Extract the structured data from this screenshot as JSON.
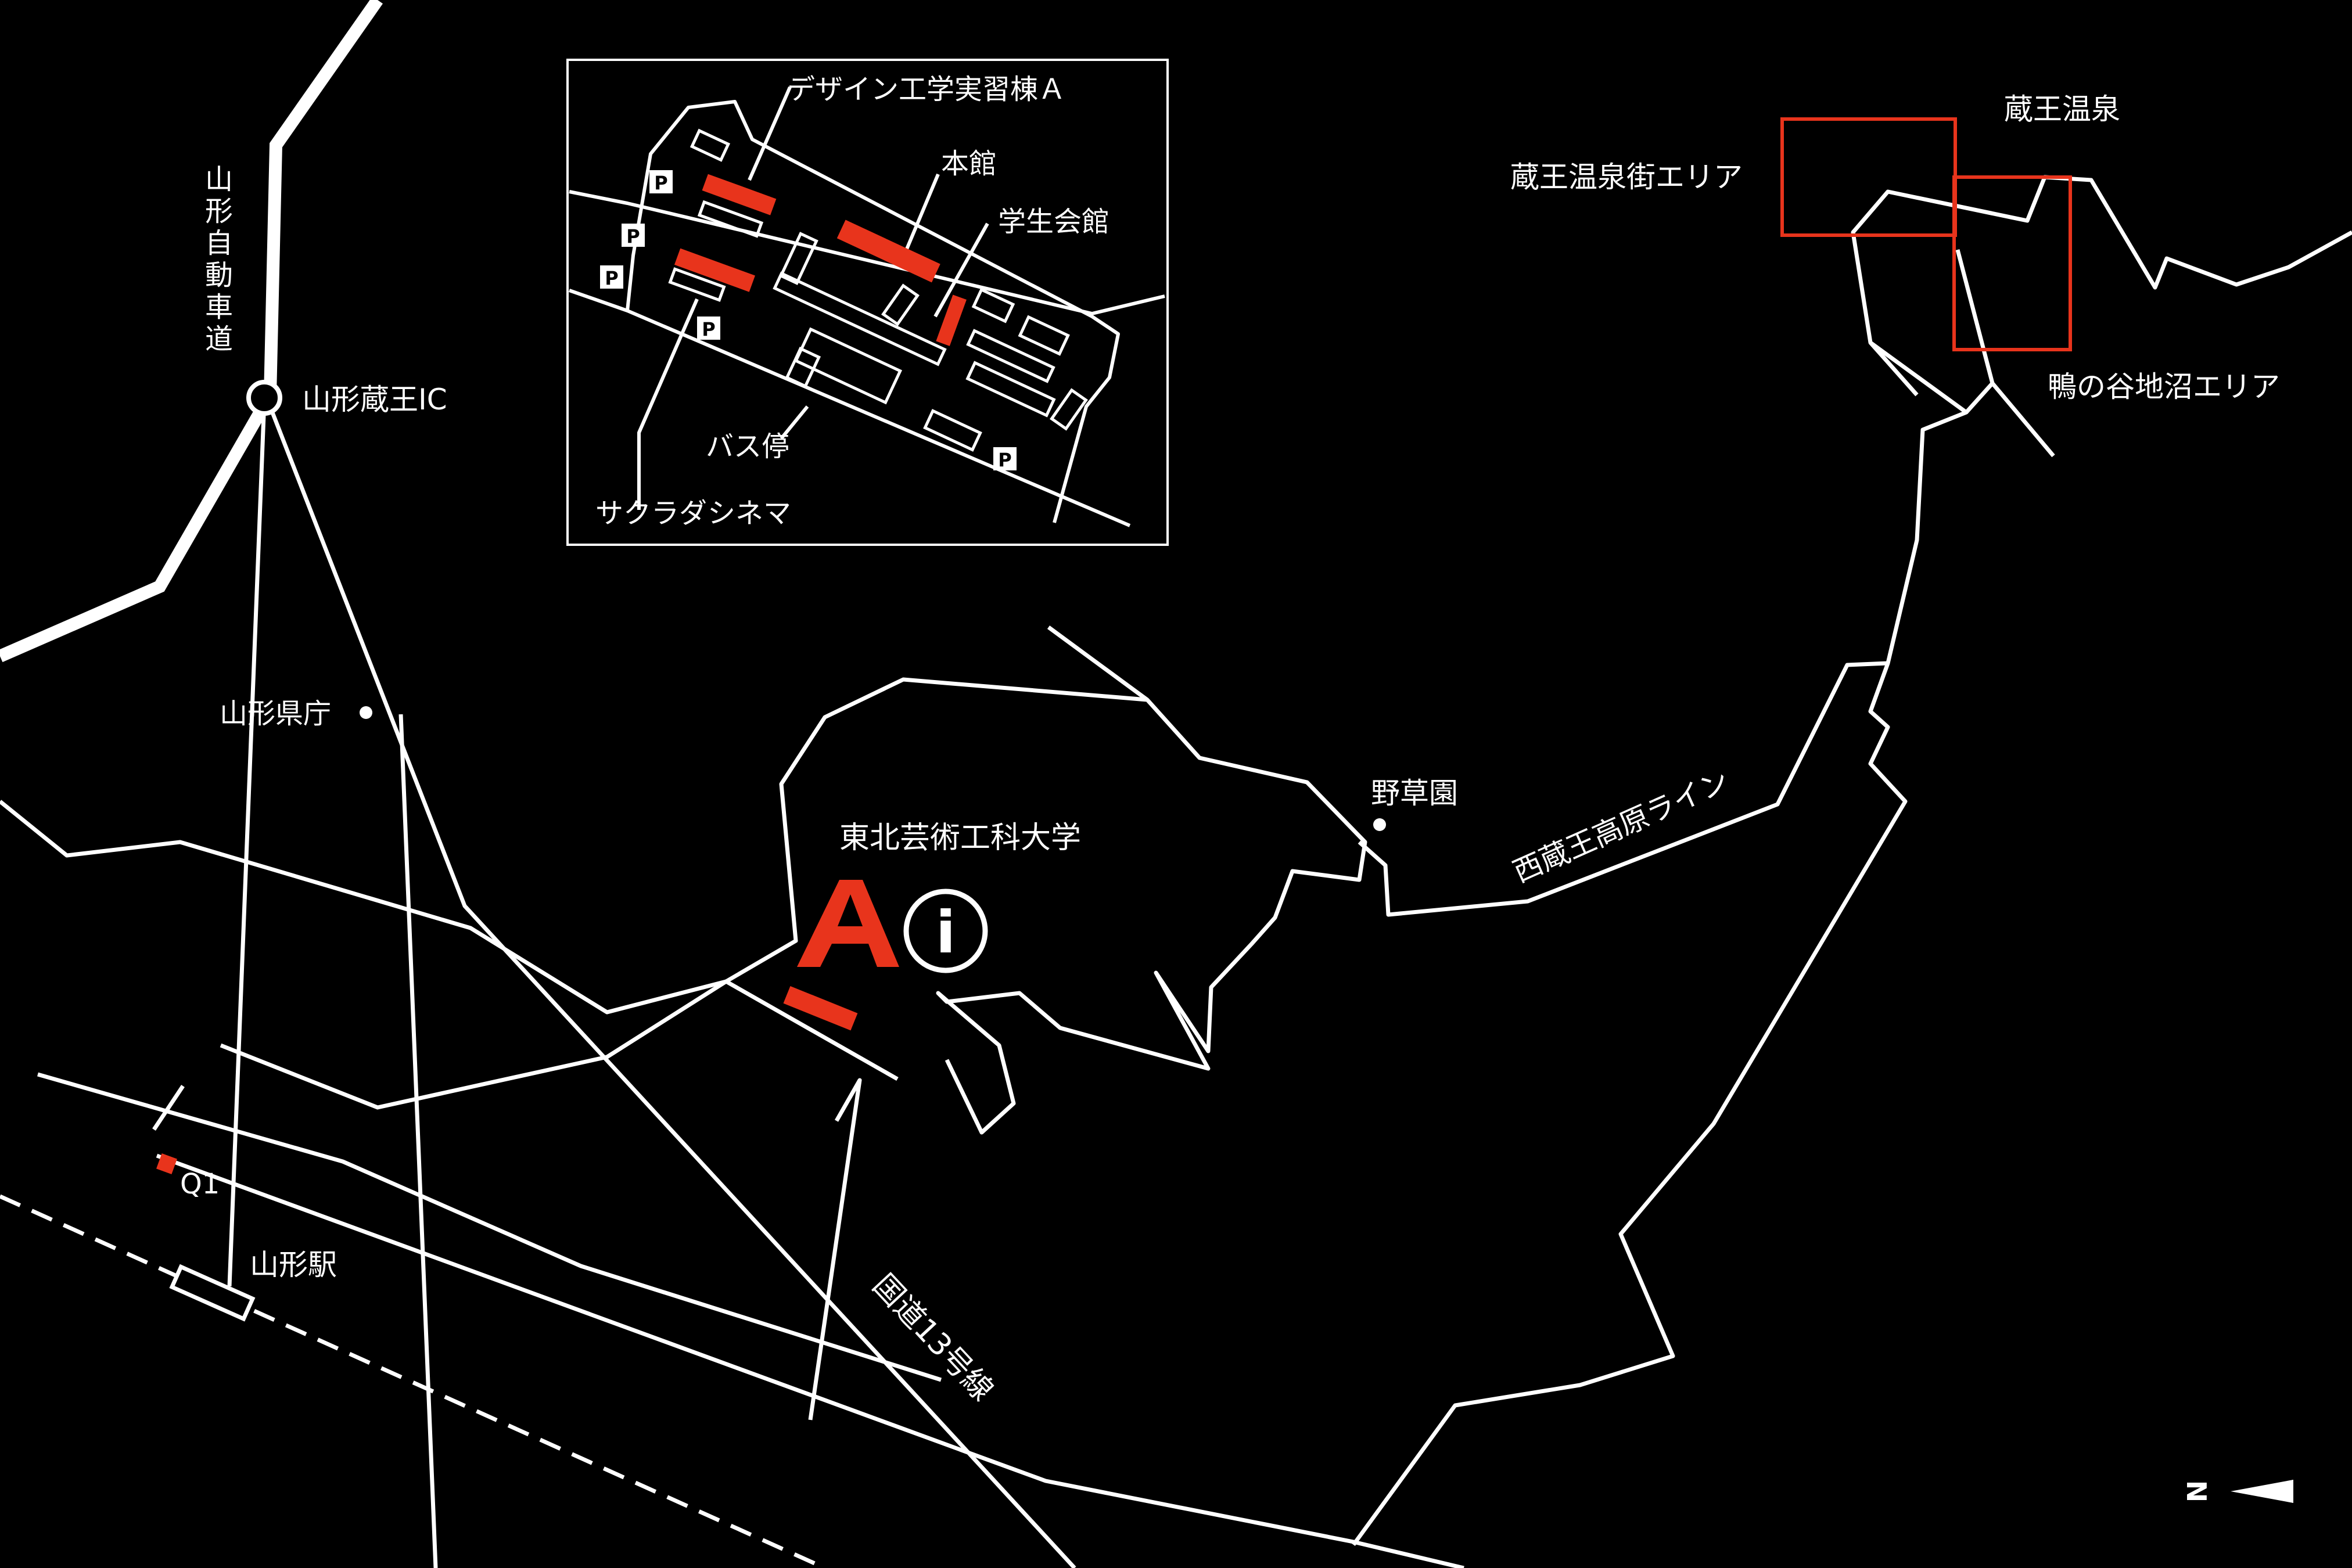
{
  "colors": {
    "background": "#000000",
    "line": "#ffffff",
    "accent": "#e8341c"
  },
  "labels": {
    "expressway": "山形自動車道",
    "interchange": "山形蔵王IC",
    "prefectural_office": "山形県庁",
    "q1": "Q1",
    "station": "山形駅",
    "route13": "国道13号線",
    "university": "東北芸術工科大学",
    "wildflower_garden": "野草園",
    "nishizao_line": "西蔵王高原ライン",
    "zao_onsen": "蔵王温泉",
    "zao_onsen_street_area": "蔵王温泉街エリア",
    "kamonoyachi_area": "鴨の谷地沼エリア"
  },
  "inset": {
    "design_building_a": "デザイン工学実習棟Ａ",
    "main_building": "本館",
    "student_hall": "学生会館",
    "bus_stop": "バス停",
    "sakura_cinema": "サクラダシネマ",
    "parking_letter": "P"
  },
  "icons": {
    "info": "i",
    "logo": "A",
    "north": "N"
  }
}
